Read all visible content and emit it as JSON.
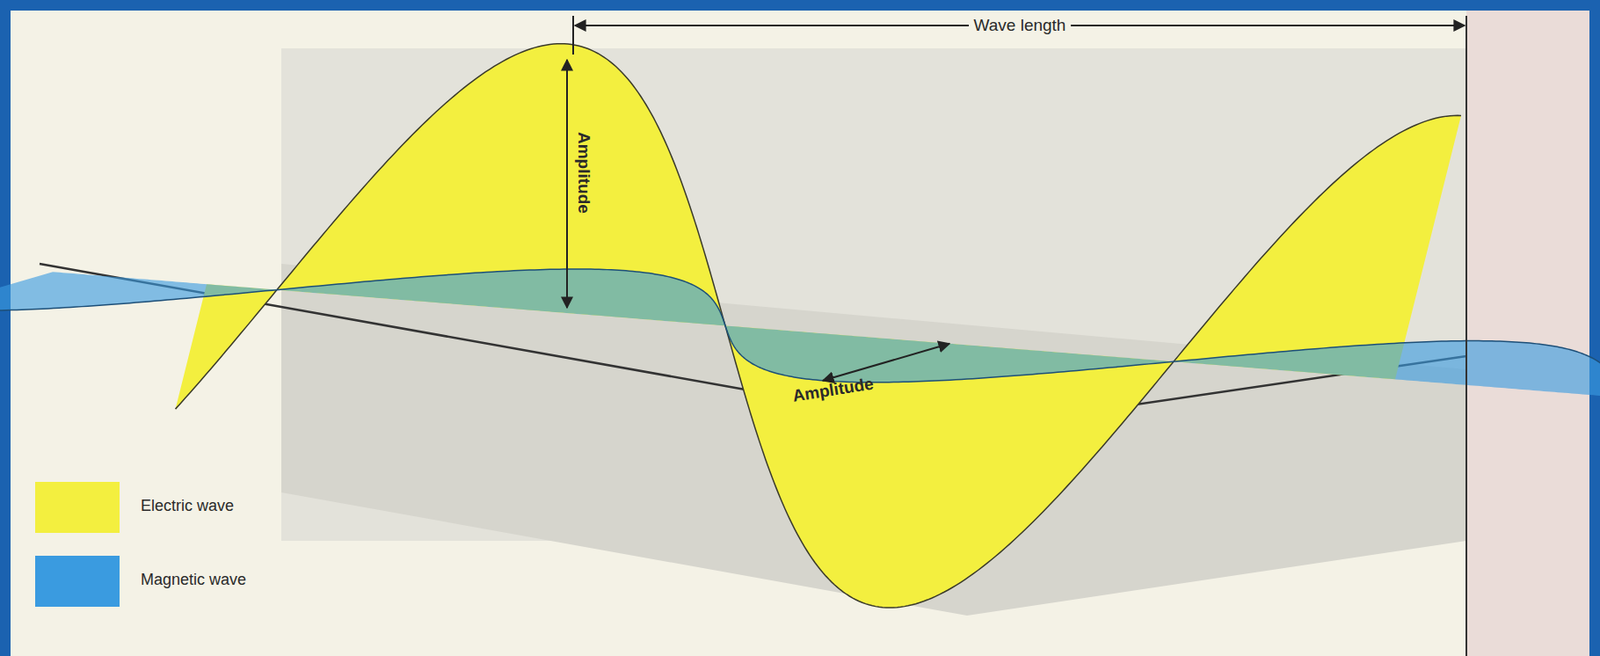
{
  "diagram": {
    "labels": [
      "Wave length",
      "Amplitude",
      "Amplitude"
    ],
    "legend": [
      {
        "text": "Electric wave",
        "color": "#f3ef3f"
      },
      {
        "text": "Magnetic wave",
        "color": "#3a9be0"
      }
    ]
  }
}
